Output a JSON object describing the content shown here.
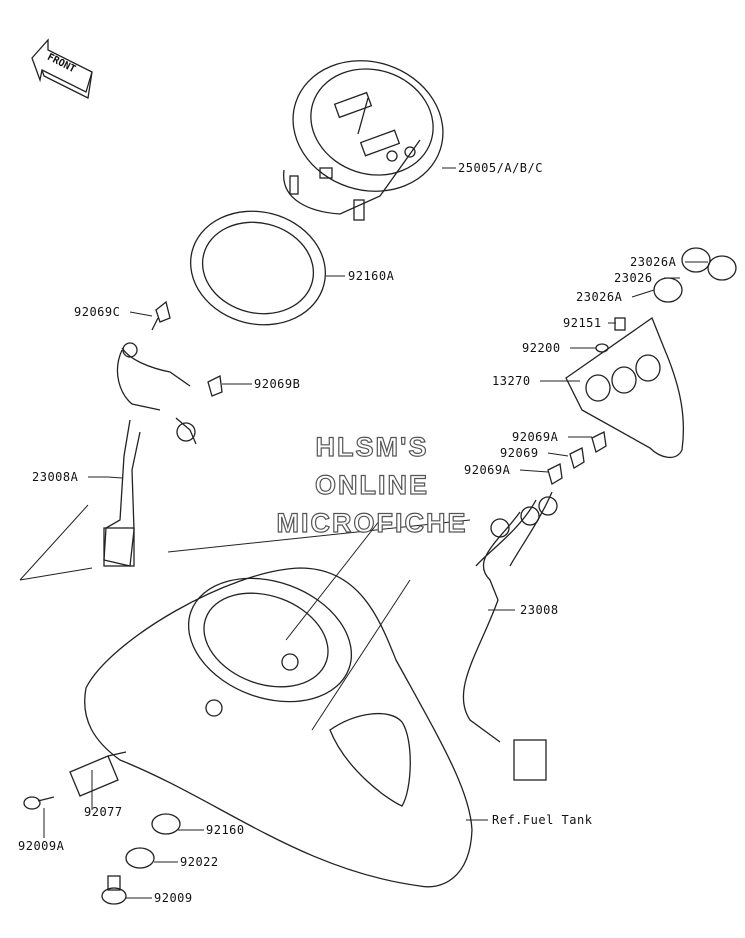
{
  "front_badge": {
    "text": "FRONT"
  },
  "watermark": {
    "line1": "HLSM'S",
    "line2": "ONLINE",
    "line3": "MICROFICHE"
  },
  "callouts": {
    "speedometer": "25005/A/B/C",
    "ring": "92160A",
    "bulb_92069C": "92069C",
    "bulb_92069B": "92069B",
    "harness_left": "23008A",
    "cap_23026A_top": "23026A",
    "cap_23026": "23026",
    "cap_23026A_lower": "23026A",
    "screw_92151": "92151",
    "washer_92200": "92200",
    "bracket_13270": "13270",
    "bulb_92069A_top": "92069A",
    "bulb_92069": "92069",
    "bulb_92069A_lower": "92069A",
    "harness_right": "23008",
    "fuel_tank_ref": "Ref.Fuel Tank",
    "bolt_92077": "92077",
    "screw_92009A": "92009A",
    "grommet_92160": "92160",
    "washer_92022": "92022",
    "bolt_92009": "92009"
  }
}
